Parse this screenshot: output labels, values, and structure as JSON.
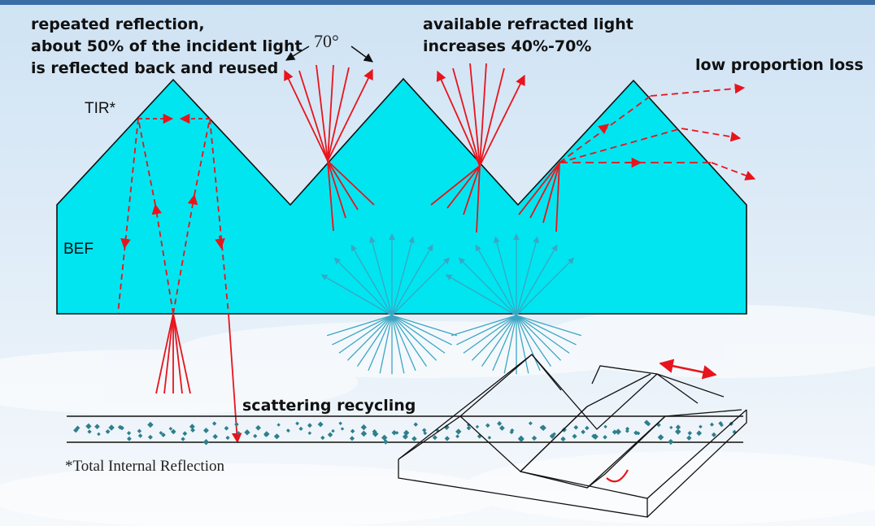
{
  "labels": {
    "repeated_reflection": [
      "repeated reflection,",
      "about 50% of the incident light",
      "is reflected back and reused"
    ],
    "angle": "70°",
    "available_refracted": [
      "available refracted light",
      "increases 40%-70%"
    ],
    "low_loss": "low proportion loss",
    "tir": "TIR*",
    "bef": "BEF",
    "scattering": "scattering recycling",
    "footnote": "*Total Internal Reflection"
  },
  "colors": {
    "prism_fill": "#00e5f0",
    "ray_red": "#e8141c",
    "ray_blue": "#3aa6c4",
    "line_dark": "#111111",
    "diffuser_dot": "#2e7f8c",
    "sky_top": "#c9e0f2",
    "sky_bottom": "#f4f8fc"
  }
}
